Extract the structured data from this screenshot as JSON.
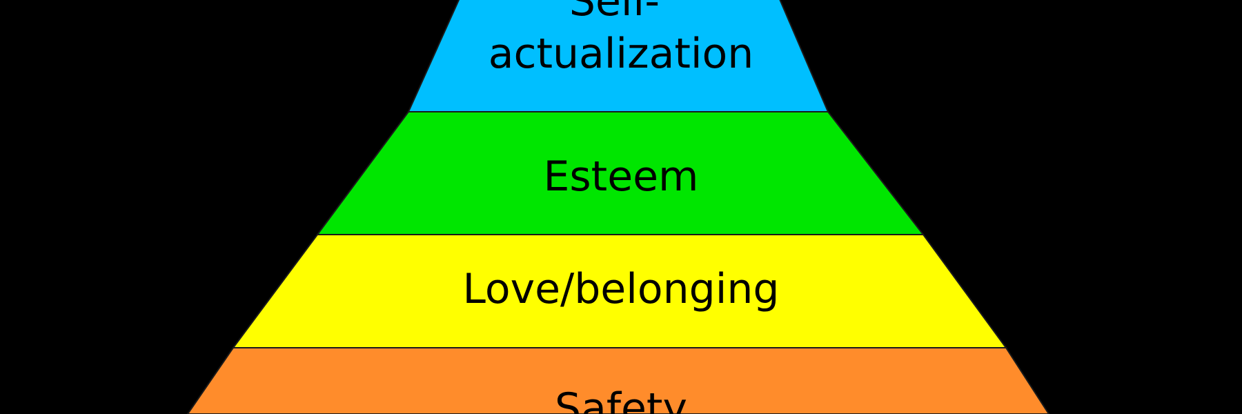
{
  "background_color": "#000000",
  "outline_color": "#1a1a1a",
  "tiers": [
    {
      "lines": [
        "Self-",
        "actualization"
      ],
      "color": "#00bfff"
    },
    {
      "lines": [
        "Esteem"
      ],
      "color": "#00e600"
    },
    {
      "lines": [
        "Love/belonging"
      ],
      "color": "#ffff00"
    },
    {
      "lines": [
        "Safety"
      ],
      "color": "#ff8c2b"
    }
  ]
}
